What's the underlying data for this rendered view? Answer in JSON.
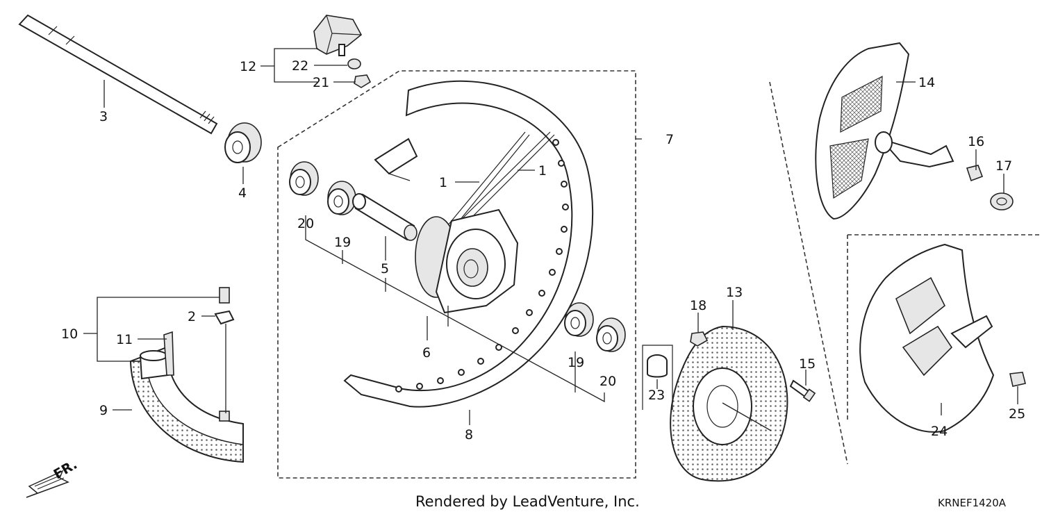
{
  "callouts": {
    "c1a": "1",
    "c1b": "1",
    "c2": "2",
    "c3": "3",
    "c4": "4",
    "c5": "5",
    "c6": "6",
    "c7": "7",
    "c8": "8",
    "c9": "9",
    "c10": "10",
    "c11": "11",
    "c12": "12",
    "c13": "13",
    "c14": "14",
    "c15": "15",
    "c16": "16",
    "c17": "17",
    "c18": "18",
    "c19a": "19",
    "c19b": "19",
    "c20a": "20",
    "c20b": "20",
    "c21": "21",
    "c22": "22",
    "c23": "23",
    "c24": "24",
    "c25": "25"
  },
  "direction_label": "FR.",
  "footer": {
    "credit": "Rendered by LeadVenture, Inc.",
    "code": "KRNEF1420A"
  }
}
